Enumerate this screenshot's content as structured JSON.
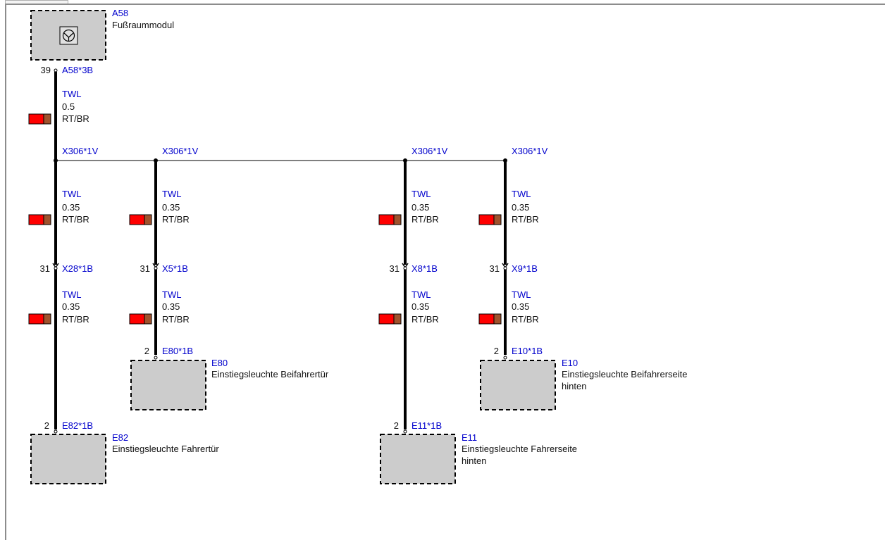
{
  "colors": {
    "wire": "#000000",
    "bus": "#555555",
    "component_fill": "#cccccc",
    "label_blue": "#0000cc",
    "swatch_red": "#ff0000",
    "swatch_brown": "#a0522d"
  },
  "components": {
    "a58": {
      "id": "A58",
      "name": "Fußraummodul",
      "icon": "ground-symbol-icon"
    },
    "e80": {
      "id": "E80",
      "name": "Einstiegsleuchte Beifahrertür"
    },
    "e10": {
      "id": "E10",
      "name_line1": "Einstiegsleuchte Beifahrerseite",
      "name_line2": "hinten"
    },
    "e82": {
      "id": "E82",
      "name": "Einstiegsleuchte Fahrertür"
    },
    "e11": {
      "id": "E11",
      "name_line1": "Einstiegsleuchte Fahrerseite",
      "name_line2": "hinten"
    }
  },
  "connectors": {
    "a58_3b": {
      "pin": "39",
      "name": "A58*3B"
    },
    "x306_a": {
      "name": "X306*1V"
    },
    "x306_b": {
      "name": "X306*1V"
    },
    "x306_c": {
      "name": "X306*1V"
    },
    "x306_d": {
      "name": "X306*1V"
    },
    "x28": {
      "pin": "31",
      "name": "X28*1B"
    },
    "x5": {
      "pin": "31",
      "name": "X5*1B"
    },
    "x8": {
      "pin": "31",
      "name": "X8*1B"
    },
    "x9": {
      "pin": "31",
      "name": "X9*1B"
    },
    "e80_1b": {
      "pin": "2",
      "name": "E80*1B"
    },
    "e10_1b": {
      "pin": "2",
      "name": "E10*1B"
    },
    "e82_1b": {
      "pin": "2",
      "name": "E82*1B"
    },
    "e11_1b": {
      "pin": "2",
      "name": "E11*1B"
    }
  },
  "wires": {
    "w_main": {
      "type": "TWL",
      "size": "0.5",
      "color": "RT/BR"
    },
    "w_a_upper": {
      "type": "TWL",
      "size": "0.35",
      "color": "RT/BR"
    },
    "w_b_upper": {
      "type": "TWL",
      "size": "0.35",
      "color": "RT/BR"
    },
    "w_c_upper": {
      "type": "TWL",
      "size": "0.35",
      "color": "RT/BR"
    },
    "w_d_upper": {
      "type": "TWL",
      "size": "0.35",
      "color": "RT/BR"
    },
    "w_a_lower": {
      "type": "TWL",
      "size": "0.35",
      "color": "RT/BR"
    },
    "w_b_lower": {
      "type": "TWL",
      "size": "0.35",
      "color": "RT/BR"
    },
    "w_c_lower": {
      "type": "TWL",
      "size": "0.35",
      "color": "RT/BR"
    },
    "w_d_lower": {
      "type": "TWL",
      "size": "0.35",
      "color": "RT/BR"
    }
  }
}
